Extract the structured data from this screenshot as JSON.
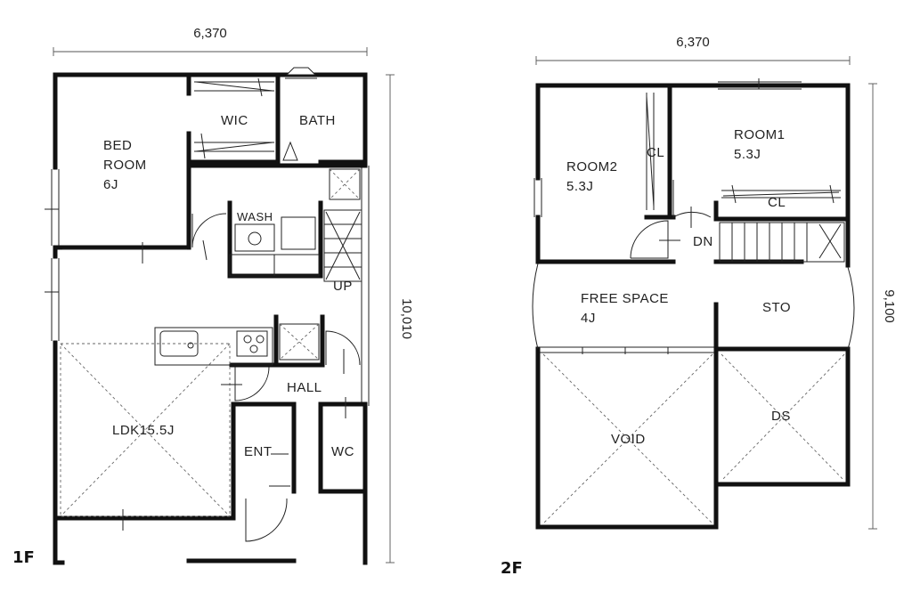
{
  "floor1": {
    "label": "1F",
    "width_dim": "6,370",
    "depth_dim": "10,010",
    "rooms": {
      "bedroom_line1": "BED",
      "bedroom_line2": "ROOM",
      "bedroom_size": "6J",
      "wic": "WIC",
      "bath": "BATH",
      "wash": "WASH",
      "up": "UP",
      "hall": "HALL",
      "ldk": "LDK15.5J",
      "ent": "ENT",
      "wc": "WC"
    }
  },
  "floor2": {
    "label": "2F",
    "width_dim": "6,370",
    "depth_dim": "9,100",
    "rooms": {
      "room1": "ROOM1",
      "room1_size": "5.3J",
      "room2": "ROOM2",
      "room2_size": "5.3J",
      "cl_a": "CL",
      "cl_b": "CL",
      "dn": "DN",
      "free_space": "FREE SPACE",
      "free_space_size": "4J",
      "sto": "STO",
      "void": "VOID",
      "ds": "DS"
    }
  }
}
